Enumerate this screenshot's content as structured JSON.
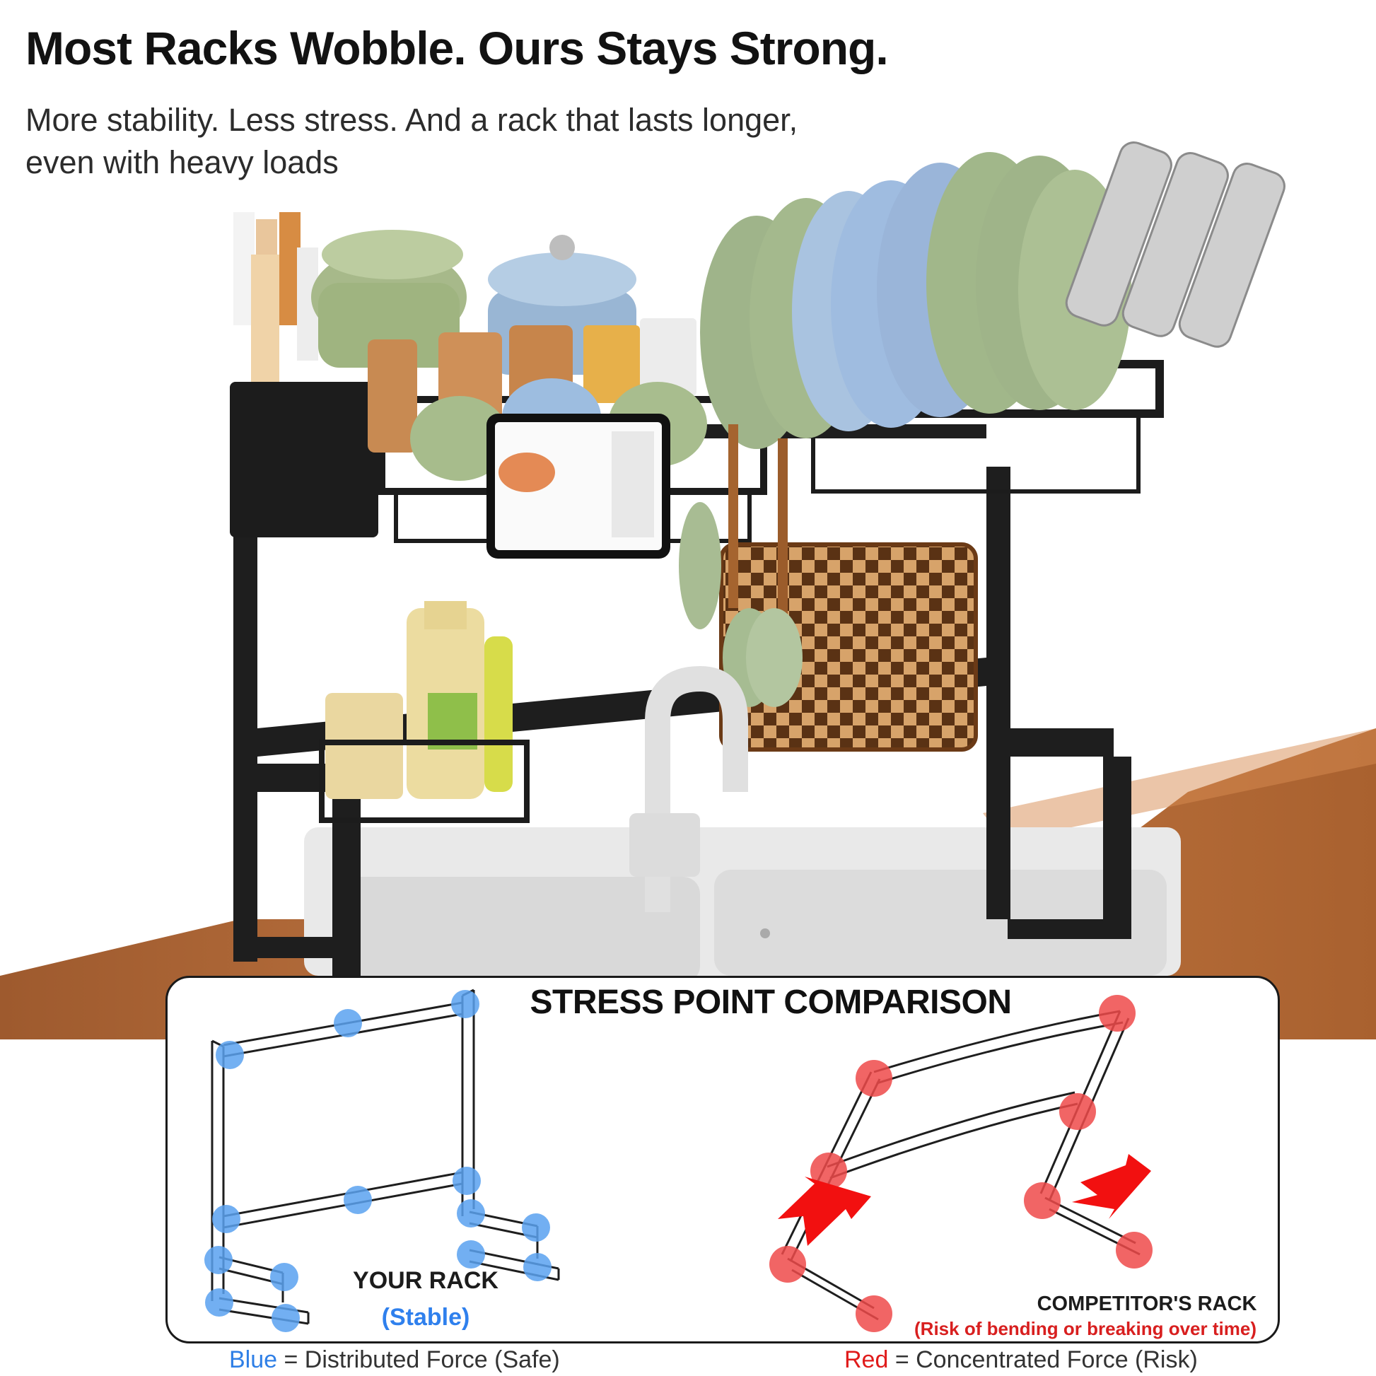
{
  "header": {
    "title": "Most Racks Wobble. Ours Stays Strong.",
    "subtitle": "More stability. Less stress. And a rack that lasts longer, even with heavy loads"
  },
  "comparison": {
    "title": "STRESS POINT COMPARISON",
    "your_rack_label": "YOUR RACK",
    "your_rack_status": "(Stable)",
    "competitor_label": "COMPETITOR'S RACK",
    "competitor_note": "(Risk of bending or breaking over time)"
  },
  "legend": {
    "blue_key": "Blue",
    "blue_text": " = Distributed Force (Safe)",
    "red_key": "Red",
    "red_text": " = Concentrated Force (Risk)"
  },
  "colors": {
    "blue_point": "#5aa2f0",
    "red_point": "#ee4a4a",
    "arrow": "#f21010",
    "rack_frame": "#1e1e1e",
    "countertop": "#b5693a"
  }
}
